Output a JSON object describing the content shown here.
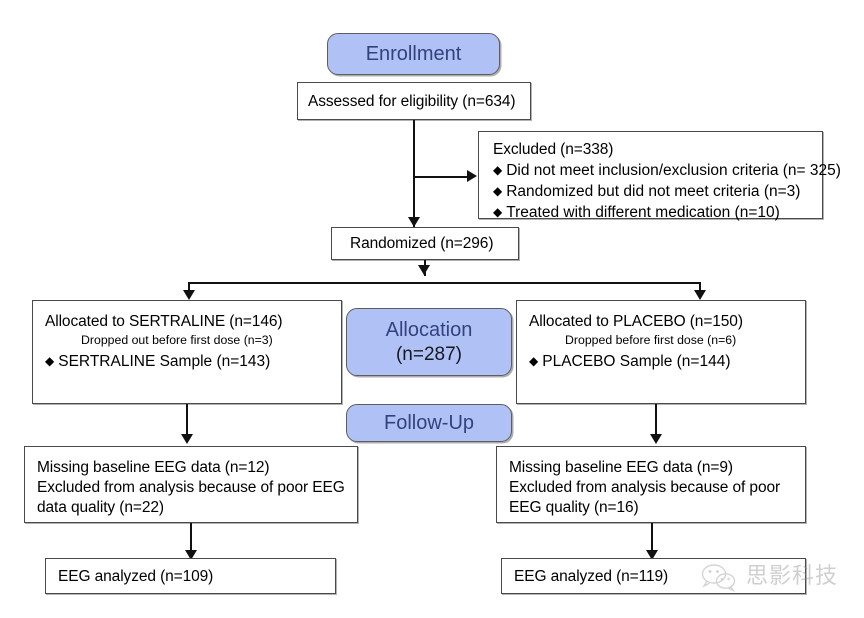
{
  "diagram": {
    "type": "consort-flow-diagram",
    "stages": [
      {
        "id": "enrollment",
        "label": "Enrollment"
      },
      {
        "id": "allocation",
        "label": "Allocation",
        "sub": "(n=287)"
      },
      {
        "id": "follow_up",
        "label": "Follow-Up"
      }
    ],
    "nodes": {
      "assessed": {
        "text": "Assessed for eligibility (n=634)"
      },
      "excluded": {
        "heading": "Excluded (n=338)",
        "items": [
          "Did not meet inclusion/exclusion criteria (n= 325)",
          "Randomized but did not meet criteria (n=3)",
          "Treated with different medication (n=10)"
        ]
      },
      "randomized": {
        "text": "Randomized (n=296)"
      },
      "alloc_left": {
        "heading": "Allocated to SERTRALINE (n=146)",
        "note": "Dropped out before first dose (n=3)",
        "bullet": "SERTRALINE Sample (n=143)"
      },
      "alloc_right": {
        "heading": "Allocated to PLACEBO (n=150)",
        "note": "Dropped before first dose (n=6)",
        "bullet": "PLACEBO Sample (n=144)"
      },
      "followup_left": {
        "line1": "Missing baseline EEG data (n=12)",
        "line2": "Excluded from analysis because of poor EEG data quality (n=22)"
      },
      "followup_right": {
        "line1": "Missing baseline EEG data (n=9)",
        "line2": "Excluded from analysis because of poor EEG quality (n=16)"
      },
      "analyzed_left": {
        "text": "EEG analyzed (n=109)"
      },
      "analyzed_right": {
        "text": "EEG analyzed (n=119)"
      }
    },
    "chart_data": {
      "type": "table",
      "title": "CONSORT participant flow",
      "categories": [
        "Assessed for eligibility",
        "Excluded",
        "Did not meet inclusion/exclusion criteria",
        "Randomized but did not meet criteria",
        "Treated with different medication",
        "Randomized",
        "Allocated to SERTRALINE",
        "Dropped out before first dose (sertraline)",
        "SERTRALINE Sample",
        "Allocated to PLACEBO",
        "Dropped before first dose (placebo)",
        "PLACEBO Sample",
        "Allocation total",
        "Missing baseline EEG data (sertraline)",
        "Excluded poor EEG data quality (sertraline)",
        "Missing baseline EEG data (placebo)",
        "Excluded poor EEG quality (placebo)",
        "EEG analyzed (sertraline)",
        "EEG analyzed (placebo)"
      ],
      "values": [
        634,
        338,
        325,
        3,
        10,
        296,
        146,
        3,
        143,
        150,
        6,
        144,
        287,
        12,
        22,
        9,
        16,
        109,
        119
      ]
    },
    "watermark": {
      "text": "思影科技",
      "icon": "wechat-logo-icon"
    },
    "colors": {
      "badge_fill": "#b0c2f5",
      "badge_title_text": "#34417f",
      "box_border": "#4a4a4a",
      "connector": "#111111",
      "watermark_text": "#8f8f8f"
    }
  }
}
